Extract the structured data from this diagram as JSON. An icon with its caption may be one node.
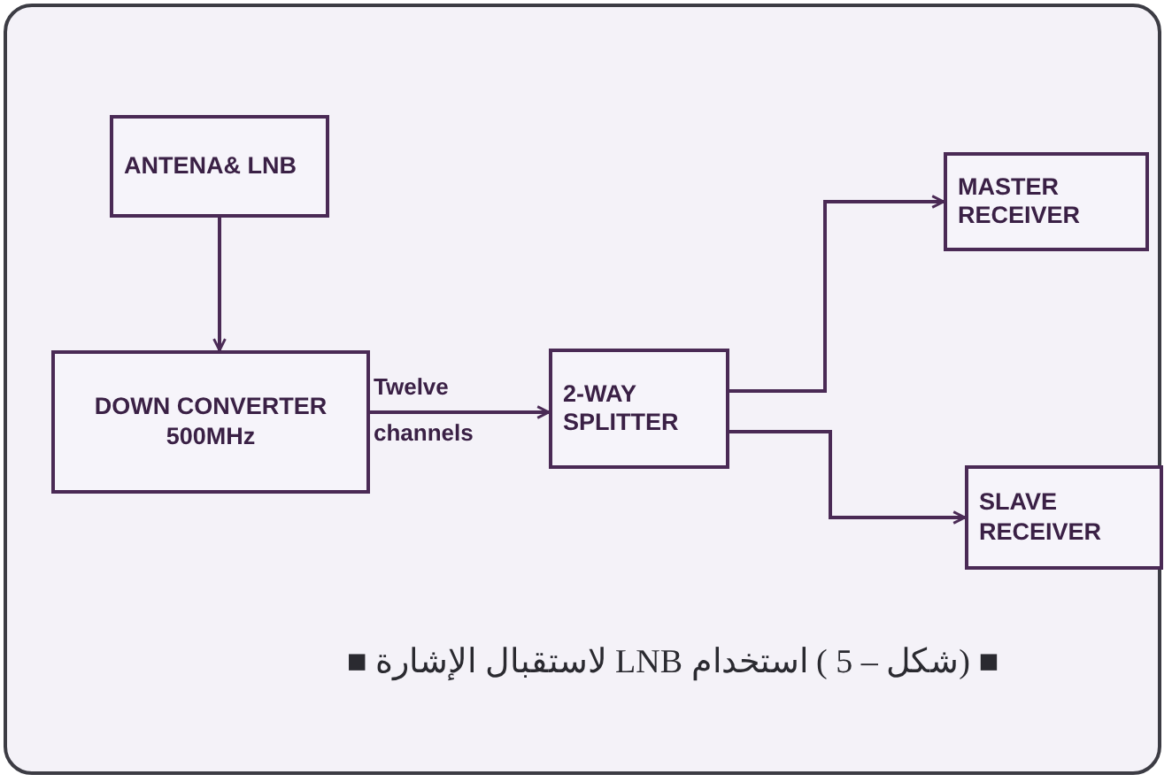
{
  "diagram": {
    "caption": "■ (شكل – 5 ) استخدام LNB لاستقبال الإشارة ■",
    "nodes": [
      {
        "text": [
          "ANTENA& LNB"
        ]
      },
      {
        "text": [
          "DOWN CONVERTER 500MHz"
        ]
      },
      {
        "text": [
          "2-WAY SPLITTER"
        ]
      },
      {
        "text": [
          "MASTER RECEIVER"
        ]
      },
      {
        "text": [
          "SLAVE RECEIVER"
        ]
      }
    ],
    "edges": [
      {
        "from": 0,
        "to": 1,
        "arrow": "to"
      },
      {
        "from": 1,
        "to": 2,
        "arrow": "to",
        "label": "Twelve channels"
      },
      {
        "from": 2,
        "to": 3,
        "arrow": "to"
      },
      {
        "from": 2,
        "to": 4,
        "arrow": "to"
      }
    ]
  }
}
